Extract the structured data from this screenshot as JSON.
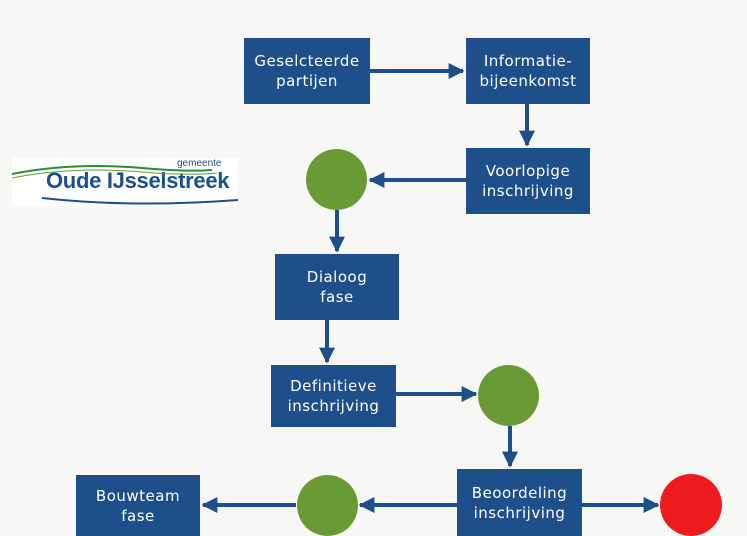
{
  "logo": {
    "small_text": "gemeente",
    "main_text": "Oude IJsselstreek",
    "colors": {
      "text": "#1e4f8a",
      "swoosh_green": "#2e8b3a",
      "swoosh_blue": "#1e4f8a"
    }
  },
  "nodes": {
    "geselecteerde": "Geselcteerde\npartijen",
    "informatie": "Informatie-\nbijeenkomst",
    "voorlopige": "Voorlopige\ninschrijving",
    "dialoog": "Dialoog\nfase",
    "definitieve": "Definitieve\ninschrijving",
    "beoordeling": "Beoordeling\ninschrijving",
    "bouwteam": "Bouwteam\nfase"
  },
  "colors": {
    "box": "#1e4f8a",
    "arrow": "#1e4f8a",
    "green_circle": "#6a9a35",
    "red_circle": "#ee1c1c",
    "background": "#f7f7f5"
  }
}
